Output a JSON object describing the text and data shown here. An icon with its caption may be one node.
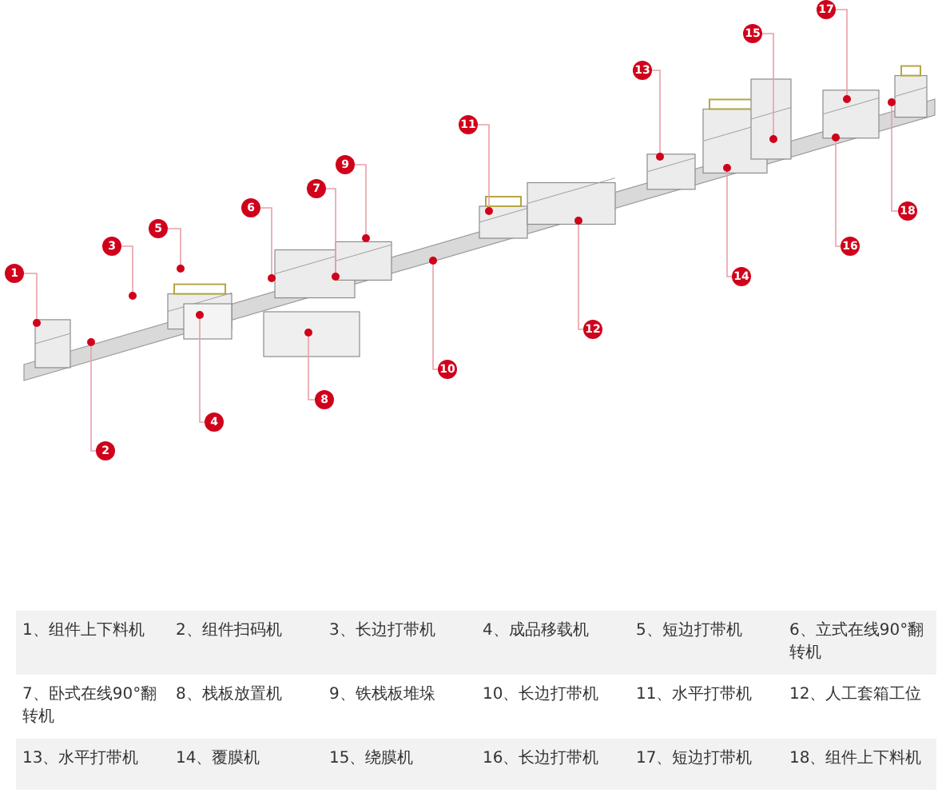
{
  "diagram": {
    "nodes": [
      {
        "text": [
          "1"
        ]
      },
      {
        "text": [
          "2"
        ]
      },
      {
        "text": [
          "3"
        ]
      },
      {
        "text": [
          "4"
        ]
      },
      {
        "text": [
          "5"
        ]
      },
      {
        "text": [
          "6"
        ]
      },
      {
        "text": [
          "7"
        ]
      },
      {
        "text": [
          "8"
        ]
      },
      {
        "text": [
          "9"
        ]
      },
      {
        "text": [
          "10"
        ]
      },
      {
        "text": [
          "11"
        ]
      },
      {
        "text": [
          "12"
        ]
      },
      {
        "text": [
          "13"
        ]
      },
      {
        "text": [
          "14"
        ]
      },
      {
        "text": [
          "15"
        ]
      },
      {
        "text": [
          "16"
        ]
      },
      {
        "text": [
          "17"
        ]
      },
      {
        "text": [
          "18"
        ]
      }
    ],
    "edges": [
      {
        "from": 0,
        "to": null,
        "arrow": "other"
      },
      {
        "from": 1,
        "to": null,
        "arrow": "other"
      },
      {
        "from": 2,
        "to": null,
        "arrow": "other"
      },
      {
        "from": 3,
        "to": null,
        "arrow": "other"
      },
      {
        "from": 4,
        "to": null,
        "arrow": "other"
      },
      {
        "from": 5,
        "to": null,
        "arrow": "other"
      },
      {
        "from": 6,
        "to": null,
        "arrow": "other"
      },
      {
        "from": 7,
        "to": null,
        "arrow": "other"
      },
      {
        "from": 8,
        "to": null,
        "arrow": "other"
      },
      {
        "from": 9,
        "to": null,
        "arrow": "other"
      },
      {
        "from": 10,
        "to": null,
        "arrow": "other"
      },
      {
        "from": 11,
        "to": null,
        "arrow": "other"
      },
      {
        "from": 12,
        "to": null,
        "arrow": "other"
      },
      {
        "from": 13,
        "to": null,
        "arrow": "other"
      },
      {
        "from": 14,
        "to": null,
        "arrow": "other"
      },
      {
        "from": 15,
        "to": null,
        "arrow": "other"
      },
      {
        "from": 16,
        "to": null,
        "arrow": "other"
      },
      {
        "from": 17,
        "to": null,
        "arrow": "other"
      }
    ],
    "labels": [
      "1、组件上下料机",
      "2、组件扫码机",
      "3、长边打带机",
      "4、成品移载机",
      "5、短边打带机",
      "6、立式在线90°翻转机",
      "7、卧式在线90°翻转机",
      "8、栈板放置机",
      "9、铁栈板堆垛",
      "10、长边打带机",
      "11、水平打带机",
      "12、人工套箱工位",
      "13、水平打带机",
      "14、覆膜机",
      "15、绕膜机",
      "16、长边打带机",
      "17、短边打带机",
      "18、组件上下料机"
    ]
  }
}
